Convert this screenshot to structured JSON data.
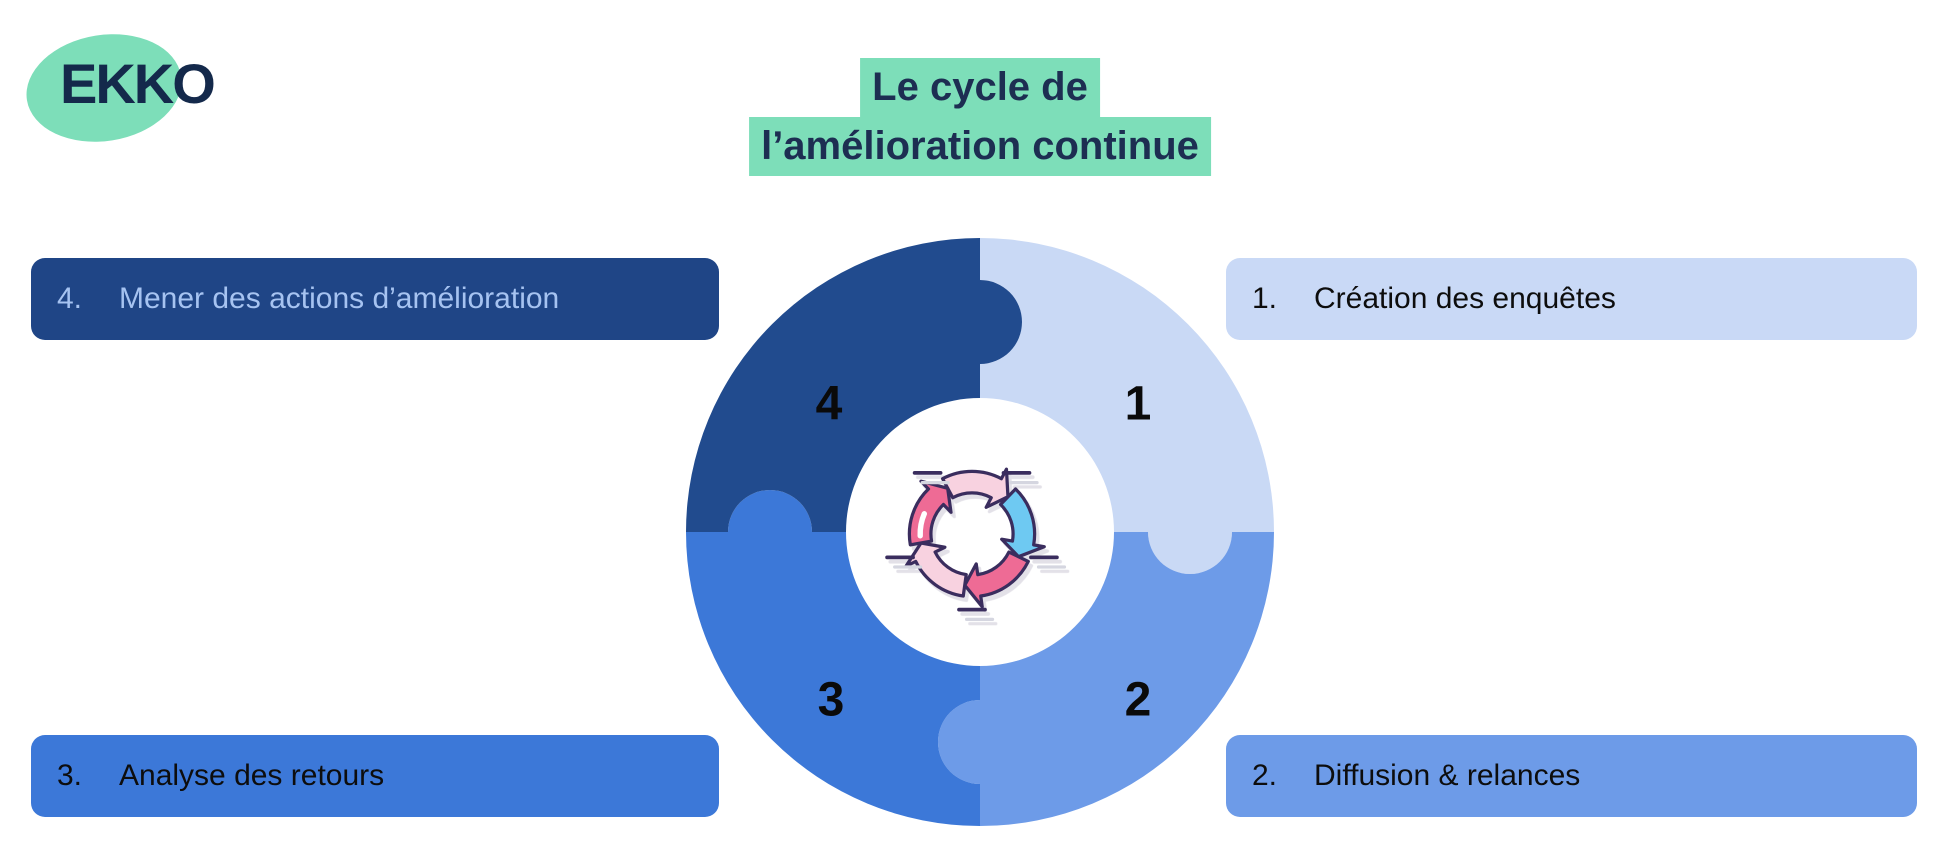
{
  "logo": {
    "text": "EKKO",
    "blob_color": "#7DDEB9",
    "text_color": "#14294B"
  },
  "title": {
    "line1": "Le cycle de",
    "line2": "l’amélioration continue",
    "highlight_color": "#7DDEB9",
    "text_color": "#1D2E52"
  },
  "cycle": {
    "icon": "circular-arrows",
    "icon_colors": {
      "light_pink": "#F8D2E0",
      "dark_pink": "#EE6B95",
      "blue": "#6EC9F2",
      "outline": "#3A2D5E"
    },
    "quadrants": [
      {
        "number": "1",
        "color": "#C9D9F5",
        "position": "top-right"
      },
      {
        "number": "2",
        "color": "#6D9BE8",
        "position": "bottom-right"
      },
      {
        "number": "3",
        "color": "#3C78D8",
        "position": "bottom-left"
      },
      {
        "number": "4",
        "color": "#214B8E",
        "position": "top-left"
      }
    ]
  },
  "steps": [
    {
      "number": "1.",
      "label": "Création des enquêtes",
      "bg_color": "#C9D9F6",
      "text_color": "#0D0D0D",
      "position": "top-right"
    },
    {
      "number": "2.",
      "label": "Diffusion & relances",
      "bg_color": "#6D9BE8",
      "text_color": "#0D0D0D",
      "position": "bottom-right"
    },
    {
      "number": "3.",
      "label": "Analyse des retours",
      "bg_color": "#3C78D8",
      "text_color": "#0D0D0D",
      "position": "bottom-left"
    },
    {
      "number": "4.",
      "label": "Mener des actions d’amélioration",
      "bg_color": "#1F4586",
      "text_color": "#A6C3F1",
      "position": "top-left"
    }
  ]
}
